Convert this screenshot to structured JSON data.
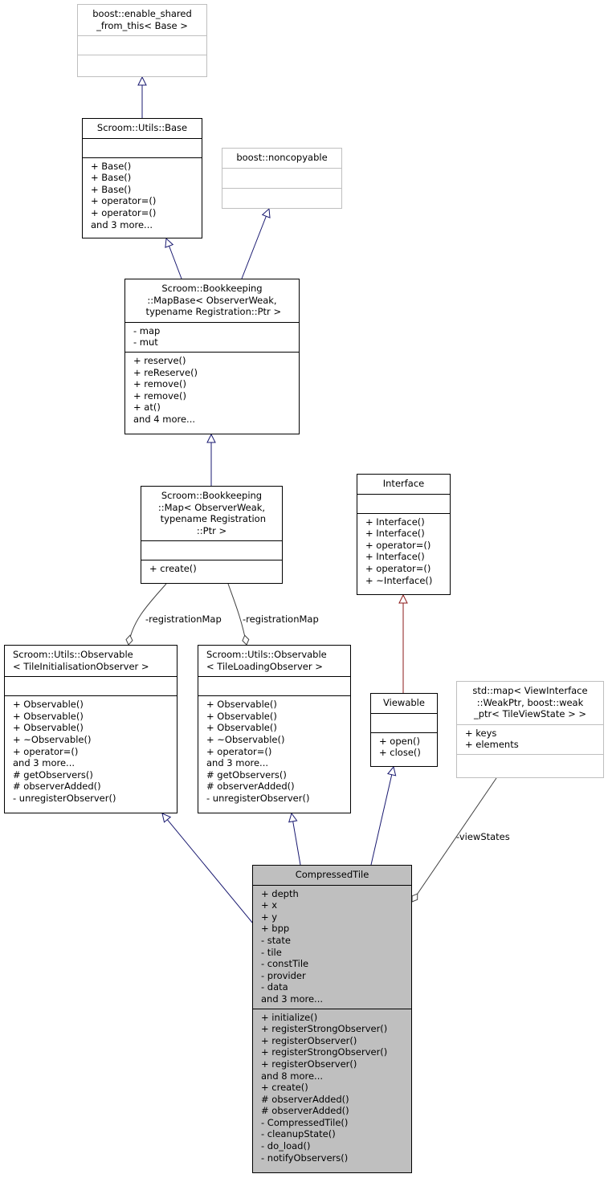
{
  "classes": {
    "enable_shared": {
      "title": [
        "boost::enable_shared",
        "_from_this< Base >"
      ],
      "attributes": [],
      "methods": []
    },
    "utils_base": {
      "title": [
        "Scroom::Utils::Base"
      ],
      "attributes": [],
      "methods": [
        "+ Base()",
        "+ Base()",
        "+ Base()",
        "+ operator=()",
        "+ operator=()",
        "and 3 more..."
      ]
    },
    "noncopyable": {
      "title": [
        "boost::noncopyable"
      ],
      "attributes": [],
      "methods": []
    },
    "mapbase": {
      "title": [
        "Scroom::Bookkeeping",
        "::MapBase< ObserverWeak,",
        " typename Registration::Ptr >"
      ],
      "attributes": [
        "- map",
        "- mut"
      ],
      "methods": [
        "+ reserve()",
        "+ reReserve()",
        "+ remove()",
        "+ remove()",
        "+ at()",
        "and 4 more..."
      ]
    },
    "map": {
      "title": [
        "Scroom::Bookkeeping",
        "::Map< ObserverWeak,",
        " typename Registration",
        "::Ptr >"
      ],
      "attributes": [],
      "methods": [
        "+ create()"
      ]
    },
    "interface": {
      "title": [
        "Interface"
      ],
      "attributes": [],
      "methods": [
        "+ Interface()",
        "+ Interface()",
        "+ operator=()",
        "+ Interface()",
        "+ operator=()",
        "+ ~Interface()"
      ]
    },
    "obs_init": {
      "title": [
        "Scroom::Utils::Observable",
        "< TileInitialisationObserver >"
      ],
      "attributes": [],
      "methods": [
        "+ Observable()",
        "+ Observable()",
        "+ Observable()",
        "+ ~Observable()",
        "+ operator=()",
        "and 3 more...",
        "# getObservers()",
        "# observerAdded()",
        "- unregisterObserver()"
      ]
    },
    "obs_load": {
      "title": [
        "Scroom::Utils::Observable",
        "< TileLoadingObserver >"
      ],
      "attributes": [],
      "methods": [
        "+ Observable()",
        "+ Observable()",
        "+ Observable()",
        "+ ~Observable()",
        "+ operator=()",
        "and 3 more...",
        "# getObservers()",
        "# observerAdded()",
        "- unregisterObserver()"
      ]
    },
    "viewable": {
      "title": [
        "Viewable"
      ],
      "attributes": [],
      "methods": [
        "+ open()",
        "+ close()"
      ]
    },
    "stdmap": {
      "title": [
        "std::map< ViewInterface",
        "::WeakPtr, boost::weak",
        "_ptr< TileViewState > >"
      ],
      "attributes": [
        "+ keys",
        "+ elements"
      ],
      "methods": []
    },
    "compressed": {
      "title": [
        "CompressedTile"
      ],
      "attributes": [
        "+ depth",
        "+ x",
        "+ y",
        "+ bpp",
        "- state",
        "- tile",
        "- constTile",
        "- provider",
        "- data",
        "and 3 more..."
      ],
      "methods": [
        "+ initialize()",
        "+ registerStrongObserver()",
        "+ registerObserver()",
        "+ registerStrongObserver()",
        "+ registerObserver()",
        "and 8 more...",
        "+ create()",
        "# observerAdded()",
        "# observerAdded()",
        "- CompressedTile()",
        "- cleanupState()",
        "- do_load()",
        "- notifyObservers()"
      ]
    }
  },
  "edge_labels": {
    "reg_map_left": "-registrationMap",
    "reg_map_right": "-registrationMap",
    "view_states": "-viewStates"
  },
  "colors": {
    "inheritance": "#191970",
    "interface_inheritance": "#8b1a1a",
    "aggregation": "#404040",
    "main_fill": "#bfbfbf",
    "external_border": "#bfbfbf"
  }
}
